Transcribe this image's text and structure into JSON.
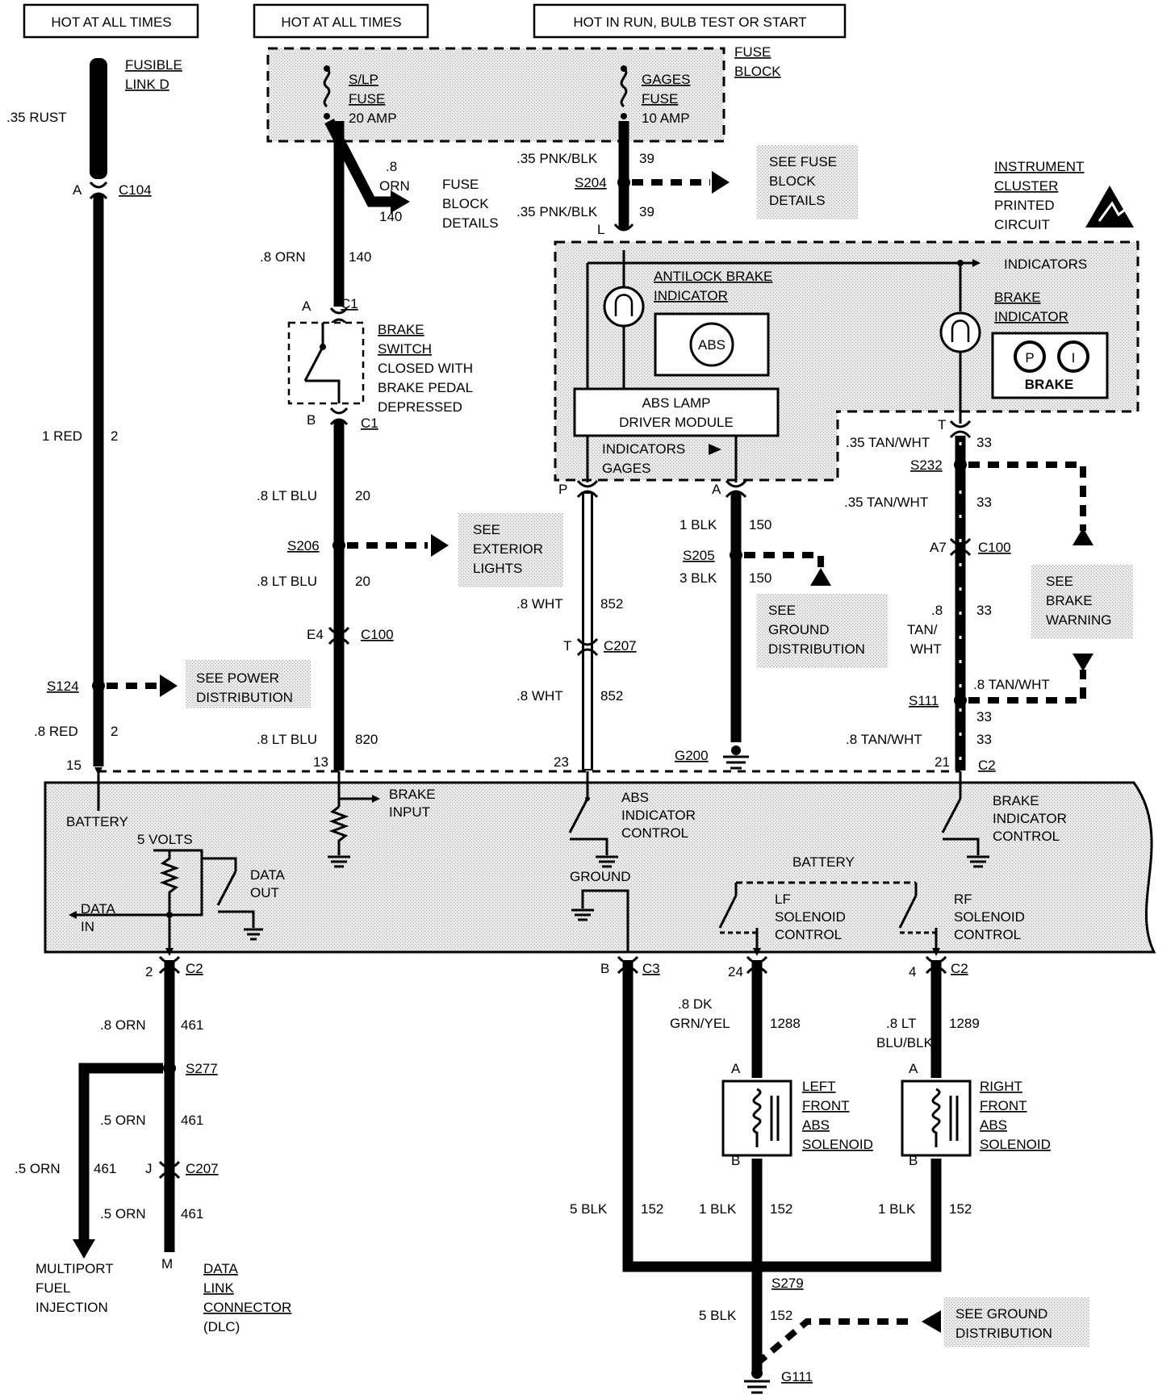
{
  "headers": {
    "hot1": "HOT AT ALL TIMES",
    "hot2": "HOT AT ALL TIMES",
    "hot3": "HOT IN RUN, BULB TEST OR START"
  },
  "fuse_block": {
    "label1": "FUSE",
    "label2": "BLOCK",
    "slp1": "S/LP",
    "slp2": "FUSE",
    "slp3": "20 AMP",
    "gages1": "GAGES",
    "gages2": "FUSE",
    "gages3": "10 AMP"
  },
  "left_column": {
    "fusible1": "FUSIBLE",
    "fusible2": "LINK D",
    "rust": ".35 RUST",
    "c104_pin": "A",
    "c104": "C104",
    "red_wire": "1 RED",
    "red_circ": "2",
    "s124": "S124",
    "see_power1": "SEE POWER",
    "see_power2": "DISTRIBUTION",
    "red8": ".8 RED",
    "red8_circ": "2",
    "pin15": "15"
  },
  "brake_switch_column": {
    "orn8a": ".8",
    "orn8b": "ORN",
    "circ140a": "140",
    "fbd1": "FUSE",
    "fbd2": "BLOCK",
    "fbd3": "DETAILS",
    "orn_wire": ".8 ORN",
    "orn_circ": "140",
    "c1a_pin": "A",
    "c1a": "C1",
    "sw1": "BRAKE",
    "sw2": "SWITCH",
    "sw3": "CLOSED WITH",
    "sw4": "BRAKE PEDAL",
    "sw5": "DEPRESSED",
    "c1b_pin": "B",
    "c1b": "C1",
    "ltblu1": ".8 LT BLU",
    "ltblu1_circ": "20",
    "s206": "S206",
    "see_ext1": "SEE",
    "see_ext2": "EXTERIOR",
    "see_ext3": "LIGHTS",
    "ltblu2": ".8 LT BLU",
    "ltblu2_circ": "20",
    "e4": "E4",
    "c100": "C100",
    "ltblu3": ".8 LT BLU",
    "ltblu3_circ": "820",
    "pin13": "13"
  },
  "cluster": {
    "pnk1": ".35 PNK/BLK",
    "pnk1_circ": "39",
    "s204": "S204",
    "see_fuse1": "SEE FUSE",
    "see_fuse2": "BLOCK",
    "see_fuse3": "DETAILS",
    "pnk2": ".35 PNK/BLK",
    "pnk2_circ": "39",
    "pin_l": "L",
    "ic1": "INSTRUMENT",
    "ic2": "CLUSTER",
    "ic3": "PRINTED",
    "ic4": "CIRCUIT",
    "indicators": "INDICATORS",
    "abi1": "ANTILOCK BRAKE",
    "abi2": "INDICATOR",
    "abs_symbol": "ABS",
    "bi1": "BRAKE",
    "bi2": "INDICATOR",
    "brake_symbol": "BRAKE",
    "sym_p": "P",
    "sym_i": "I",
    "lamp1": "ABS LAMP",
    "lamp2": "DRIVER MODULE",
    "ind_small": "INDICATORS",
    "gages_small": "GAGES",
    "pin_p": "P",
    "pin_a": "A",
    "pin_t": "T"
  },
  "abs_column": {
    "wht1": ".8 WHT",
    "wht1_circ": "852",
    "pin_t": "T",
    "c207": "C207",
    "wht2": ".8 WHT",
    "wht2_circ": "852",
    "pin23": "23"
  },
  "ground_column": {
    "blk1": "1 BLK",
    "blk1_circ": "150",
    "s205": "S205",
    "blk3": "3 BLK",
    "blk3_circ": "150",
    "see_gnd1": "SEE",
    "see_gnd2": "GROUND",
    "see_gnd3": "DISTRIBUTION",
    "g200": "G200"
  },
  "brake_column": {
    "tan1": ".35 TAN/WHT",
    "tan1_circ": "33",
    "s232": "S232",
    "tan2": ".35 TAN/WHT",
    "tan2_circ": "33",
    "a7": "A7",
    "c100": "C100",
    "tan3a": ".8",
    "tan3b": "TAN/",
    "tan3c": "WHT",
    "tan3_circ": "33",
    "see_bw1": "SEE",
    "see_bw2": "BRAKE",
    "see_bw3": "WARNING",
    "s111": "S111",
    "tan4": ".8 TAN/WHT",
    "tan4_circ": "33",
    "tan5": ".8 TAN/WHT",
    "tan5_circ": "33",
    "pin21": "21",
    "c2": "C2"
  },
  "module": {
    "battery": "BATTERY",
    "volts": "5 VOLTS",
    "data_in1": "DATA",
    "data_in2": "IN",
    "data_out1": "DATA",
    "data_out2": "OUT",
    "brake_input1": "BRAKE",
    "brake_input2": "INPUT",
    "abs_ctrl1": "ABS",
    "abs_ctrl2": "INDICATOR",
    "abs_ctrl3": "CONTROL",
    "ground": "GROUND",
    "battery2": "BATTERY",
    "brake_ctrl1": "BRAKE",
    "brake_ctrl2": "INDICATOR",
    "brake_ctrl3": "CONTROL",
    "lf1": "LF",
    "lf2": "SOLENOID",
    "lf3": "CONTROL",
    "rf1": "RF",
    "rf2": "SOLENOID",
    "rf3": "CONTROL"
  },
  "bottom": {
    "pin2": "2",
    "c2a": "C2",
    "orn1": ".8 ORN",
    "orn1_circ": "461",
    "s277": "S277",
    "orn2": ".5 ORN",
    "orn2_circ": "461",
    "orn_left": ".5 ORN",
    "orn_left_circ": "461",
    "pin_j": "J",
    "c207": "C207",
    "orn3": ".5 ORN",
    "orn3_circ": "461",
    "mfi1": "MULTIPORT",
    "mfi2": "FUEL",
    "mfi3": "INJECTION",
    "pin_m": "M",
    "dlc1": "DATA",
    "dlc2": "LINK",
    "dlc3": "CONNECTOR",
    "dlc4": "(DLC)",
    "pin_b": "B",
    "c3": "C3",
    "blk5": "5 BLK",
    "blk5_circ": "152",
    "pin24": "24",
    "dkgrn1": ".8 DK",
    "dkgrn2": "GRN/YEL",
    "dkgrn_circ": "1288",
    "lfs_a": "A",
    "lfs1": "LEFT",
    "lfs2": "FRONT",
    "lfs3": "ABS",
    "lfs4": "SOLENOID",
    "lfs_b": "B",
    "blk1l": "1 BLK",
    "blk1l_circ": "152",
    "pin4": "4",
    "c2b": "C2",
    "ltblu1": ".8 LT",
    "ltblu2": "BLU/BLK",
    "ltblu_circ": "1289",
    "rfs_a": "A",
    "rfs1": "RIGHT",
    "rfs2": "FRONT",
    "rfs3": "ABS",
    "rfs4": "SOLENOID",
    "rfs_b": "B",
    "blk1r": "1 BLK",
    "blk1r_circ": "152",
    "s279": "S279",
    "blk5b": "5 BLK",
    "blk5b_circ": "152",
    "see_gnd1": "SEE GROUND",
    "see_gnd2": "DISTRIBUTION",
    "g111": "G111"
  }
}
